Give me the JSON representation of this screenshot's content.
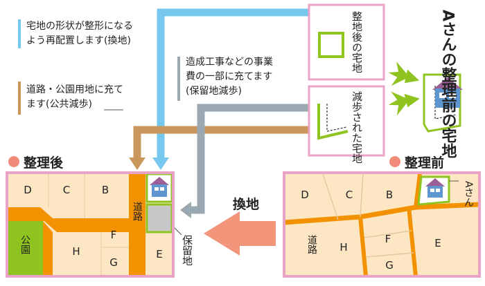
{
  "annotations": {
    "shape": [
      "宅地の形状が整形になる",
      "よう再配置します(換地)"
    ],
    "reserve": [
      "造成工事などの事業",
      "費の一部に充てます",
      "(保留地減歩)"
    ],
    "public": [
      "道路・公園用地に充て",
      "ます(公共減歩)"
    ]
  },
  "boxes": {
    "after_lot": "整地後の宅地",
    "reduced_lot": "減歩された宅地",
    "before_lot": "Aさんの整理前の宅地"
  },
  "panels": {
    "after_heading": "整理後",
    "before_heading": "整理前",
    "exchange_label": "換地"
  },
  "after_map": {
    "lots": [
      "D",
      "C",
      "B",
      "H",
      "F",
      "G",
      "E"
    ],
    "park": "公園",
    "road": "道路",
    "reserve_land": "保留地"
  },
  "before_map": {
    "lots": [
      "D",
      "C",
      "B",
      "H",
      "F",
      "G",
      "E"
    ],
    "road": "道路",
    "owner_lot": "Aさん"
  },
  "colors": {
    "pink_frame": "#e9a3c6",
    "lot_fill": "#fde6c4",
    "road": "#f39200",
    "park": "#8fc31f",
    "reserve": "#c8c8c8",
    "arrow_blue": "#76c7ee",
    "arrow_brown": "#c9975b",
    "arrow_gray": "#9aa8b2",
    "arrow_green": "#8fc31f",
    "arrow_salmon": "#f3957a",
    "heading_dot": "#f08b7a"
  }
}
